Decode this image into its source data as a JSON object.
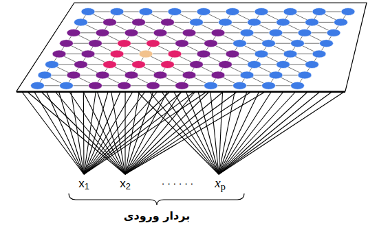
{
  "diagram": {
    "labels": [
      "x1",
      "x2",
      ". . . . . .",
      "xp",
      "بردار ورودی"
    ]
  }
}
